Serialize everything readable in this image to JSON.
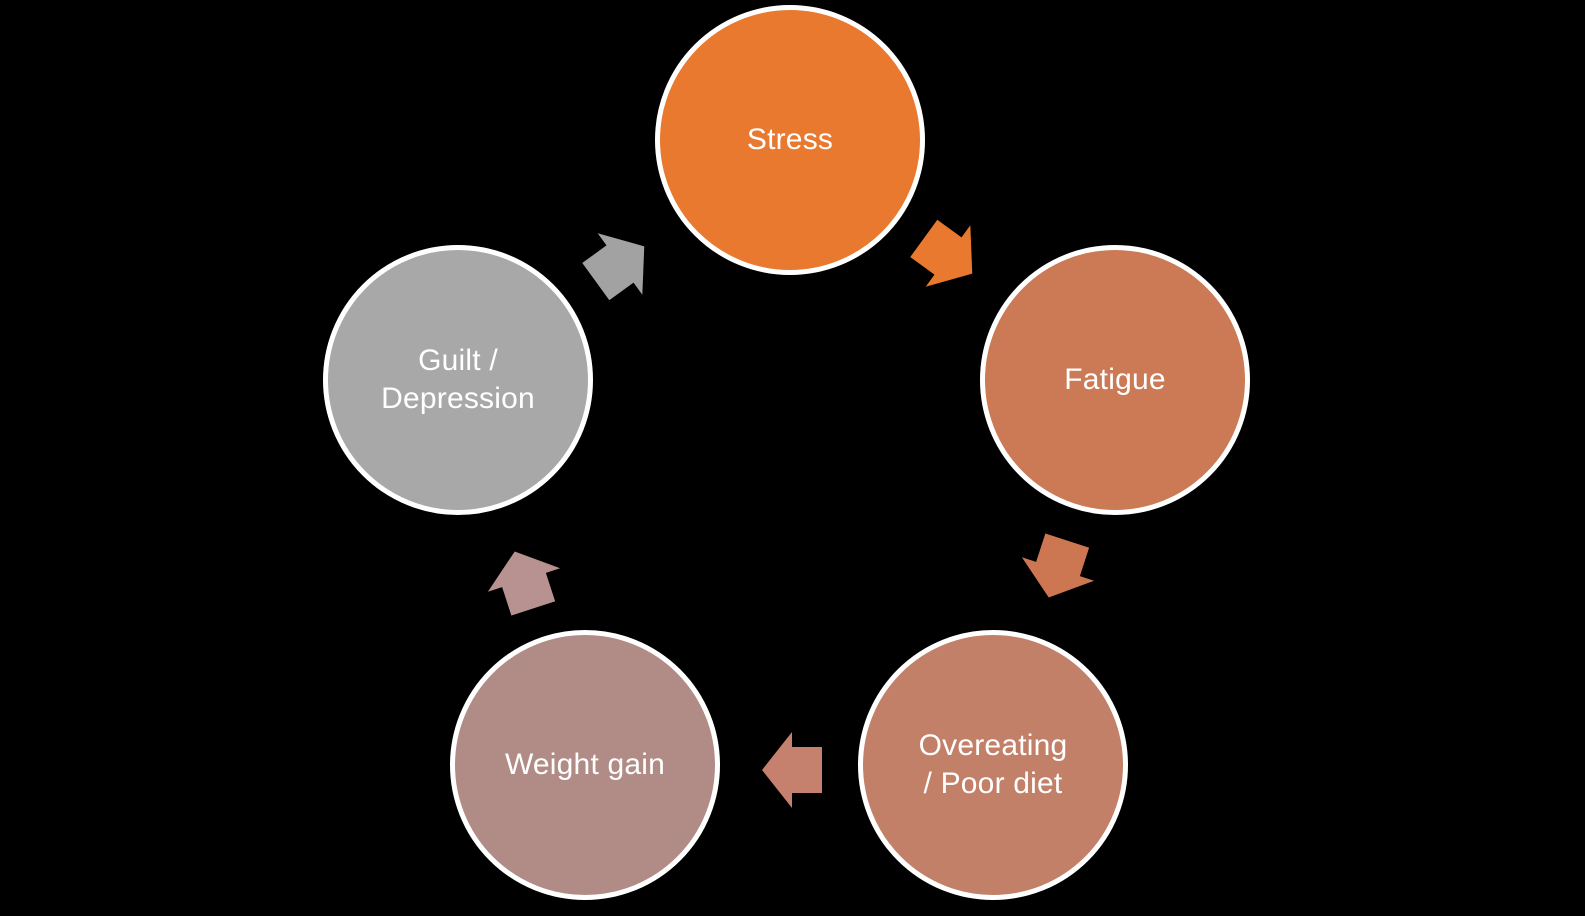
{
  "diagram": {
    "type": "cycle",
    "background_color": "#000000",
    "node_border_color": "#ffffff",
    "text_color": "#ffffff",
    "nodes": [
      {
        "id": "stress",
        "label": "Stress",
        "lines": [
          "Stress"
        ],
        "color": "#E8792F"
      },
      {
        "id": "fatigue",
        "label": "Fatigue",
        "lines": [
          "Fatigue"
        ],
        "color": "#CB7A55"
      },
      {
        "id": "overeating",
        "label": "Overeating / Poor diet",
        "lines": [
          "Overeating",
          "/ Poor diet"
        ],
        "color": "#C28069"
      },
      {
        "id": "weight",
        "label": "Weight gain",
        "lines": [
          "Weight gain"
        ],
        "color": "#B18C87"
      },
      {
        "id": "guilt",
        "label": "Guilt / Depression",
        "lines": [
          "Guilt /",
          "Depression"
        ],
        "color": "#A8A8A8"
      }
    ],
    "arrows": [
      {
        "id": "arrow-stress-to-fatigue",
        "from": "Stress",
        "to": "Fatigue",
        "direction_deg": 36,
        "color": "#E8792F"
      },
      {
        "id": "arrow-fatigue-to-overeating",
        "from": "Fatigue",
        "to": "Overeating / Poor diet",
        "direction_deg": 108,
        "color": "#CC7751"
      },
      {
        "id": "arrow-overeating-to-weight",
        "from": "Overeating / Poor diet",
        "to": "Weight gain",
        "direction_deg": 180,
        "color": "#C6816E"
      },
      {
        "id": "arrow-weight-to-guilt",
        "from": "Weight gain",
        "to": "Guilt / Depression",
        "direction_deg": 252,
        "color": "#B89290"
      },
      {
        "id": "arrow-guilt-to-stress",
        "from": "Guilt / Depression",
        "to": "Stress",
        "direction_deg": 324,
        "color": "#A2A2A2"
      }
    ]
  }
}
